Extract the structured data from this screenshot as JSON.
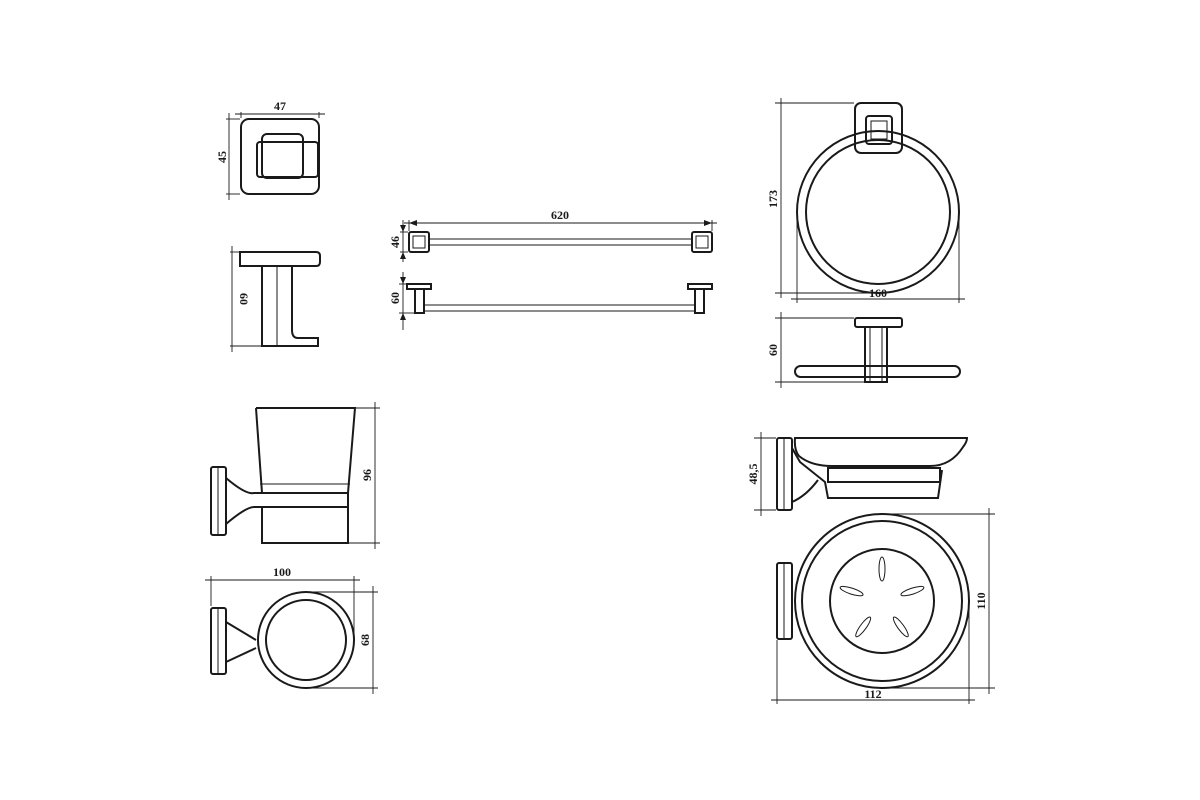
{
  "colors": {
    "line": "#1a1a1a",
    "background": "#ffffff"
  },
  "dimensions": {
    "hook_width": "47",
    "hook_height": "45",
    "hook_depth": "60",
    "bar_length": "620",
    "bar_height": "46",
    "bar_depth": "60",
    "ring_height": "173",
    "ring_width": "160",
    "ring_depth": "60",
    "tumbler_height": "96",
    "tumbler_depth": "100",
    "tumbler_width": "68",
    "soap_height": "48,5",
    "soap_width": "110",
    "soap_depth": "112"
  }
}
